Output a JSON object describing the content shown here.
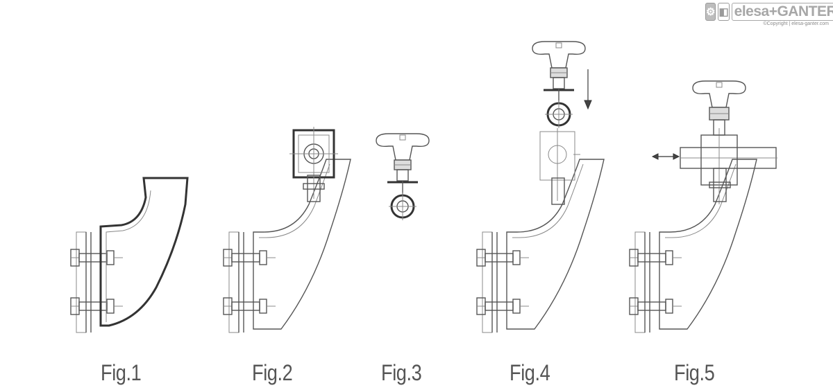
{
  "logo": {
    "brand": "elesa+GANTER",
    "copyright": "©Copyright | elesa-ganter.com"
  },
  "figures": [
    {
      "label": "Fig.1"
    },
    {
      "label": "Fig.2"
    },
    {
      "label": "Fig.3"
    },
    {
      "label": "Fig.4"
    },
    {
      "label": "Fig.5"
    }
  ],
  "colors": {
    "line": "#555555",
    "label": "#555555",
    "logo": "#a7a7a7"
  }
}
